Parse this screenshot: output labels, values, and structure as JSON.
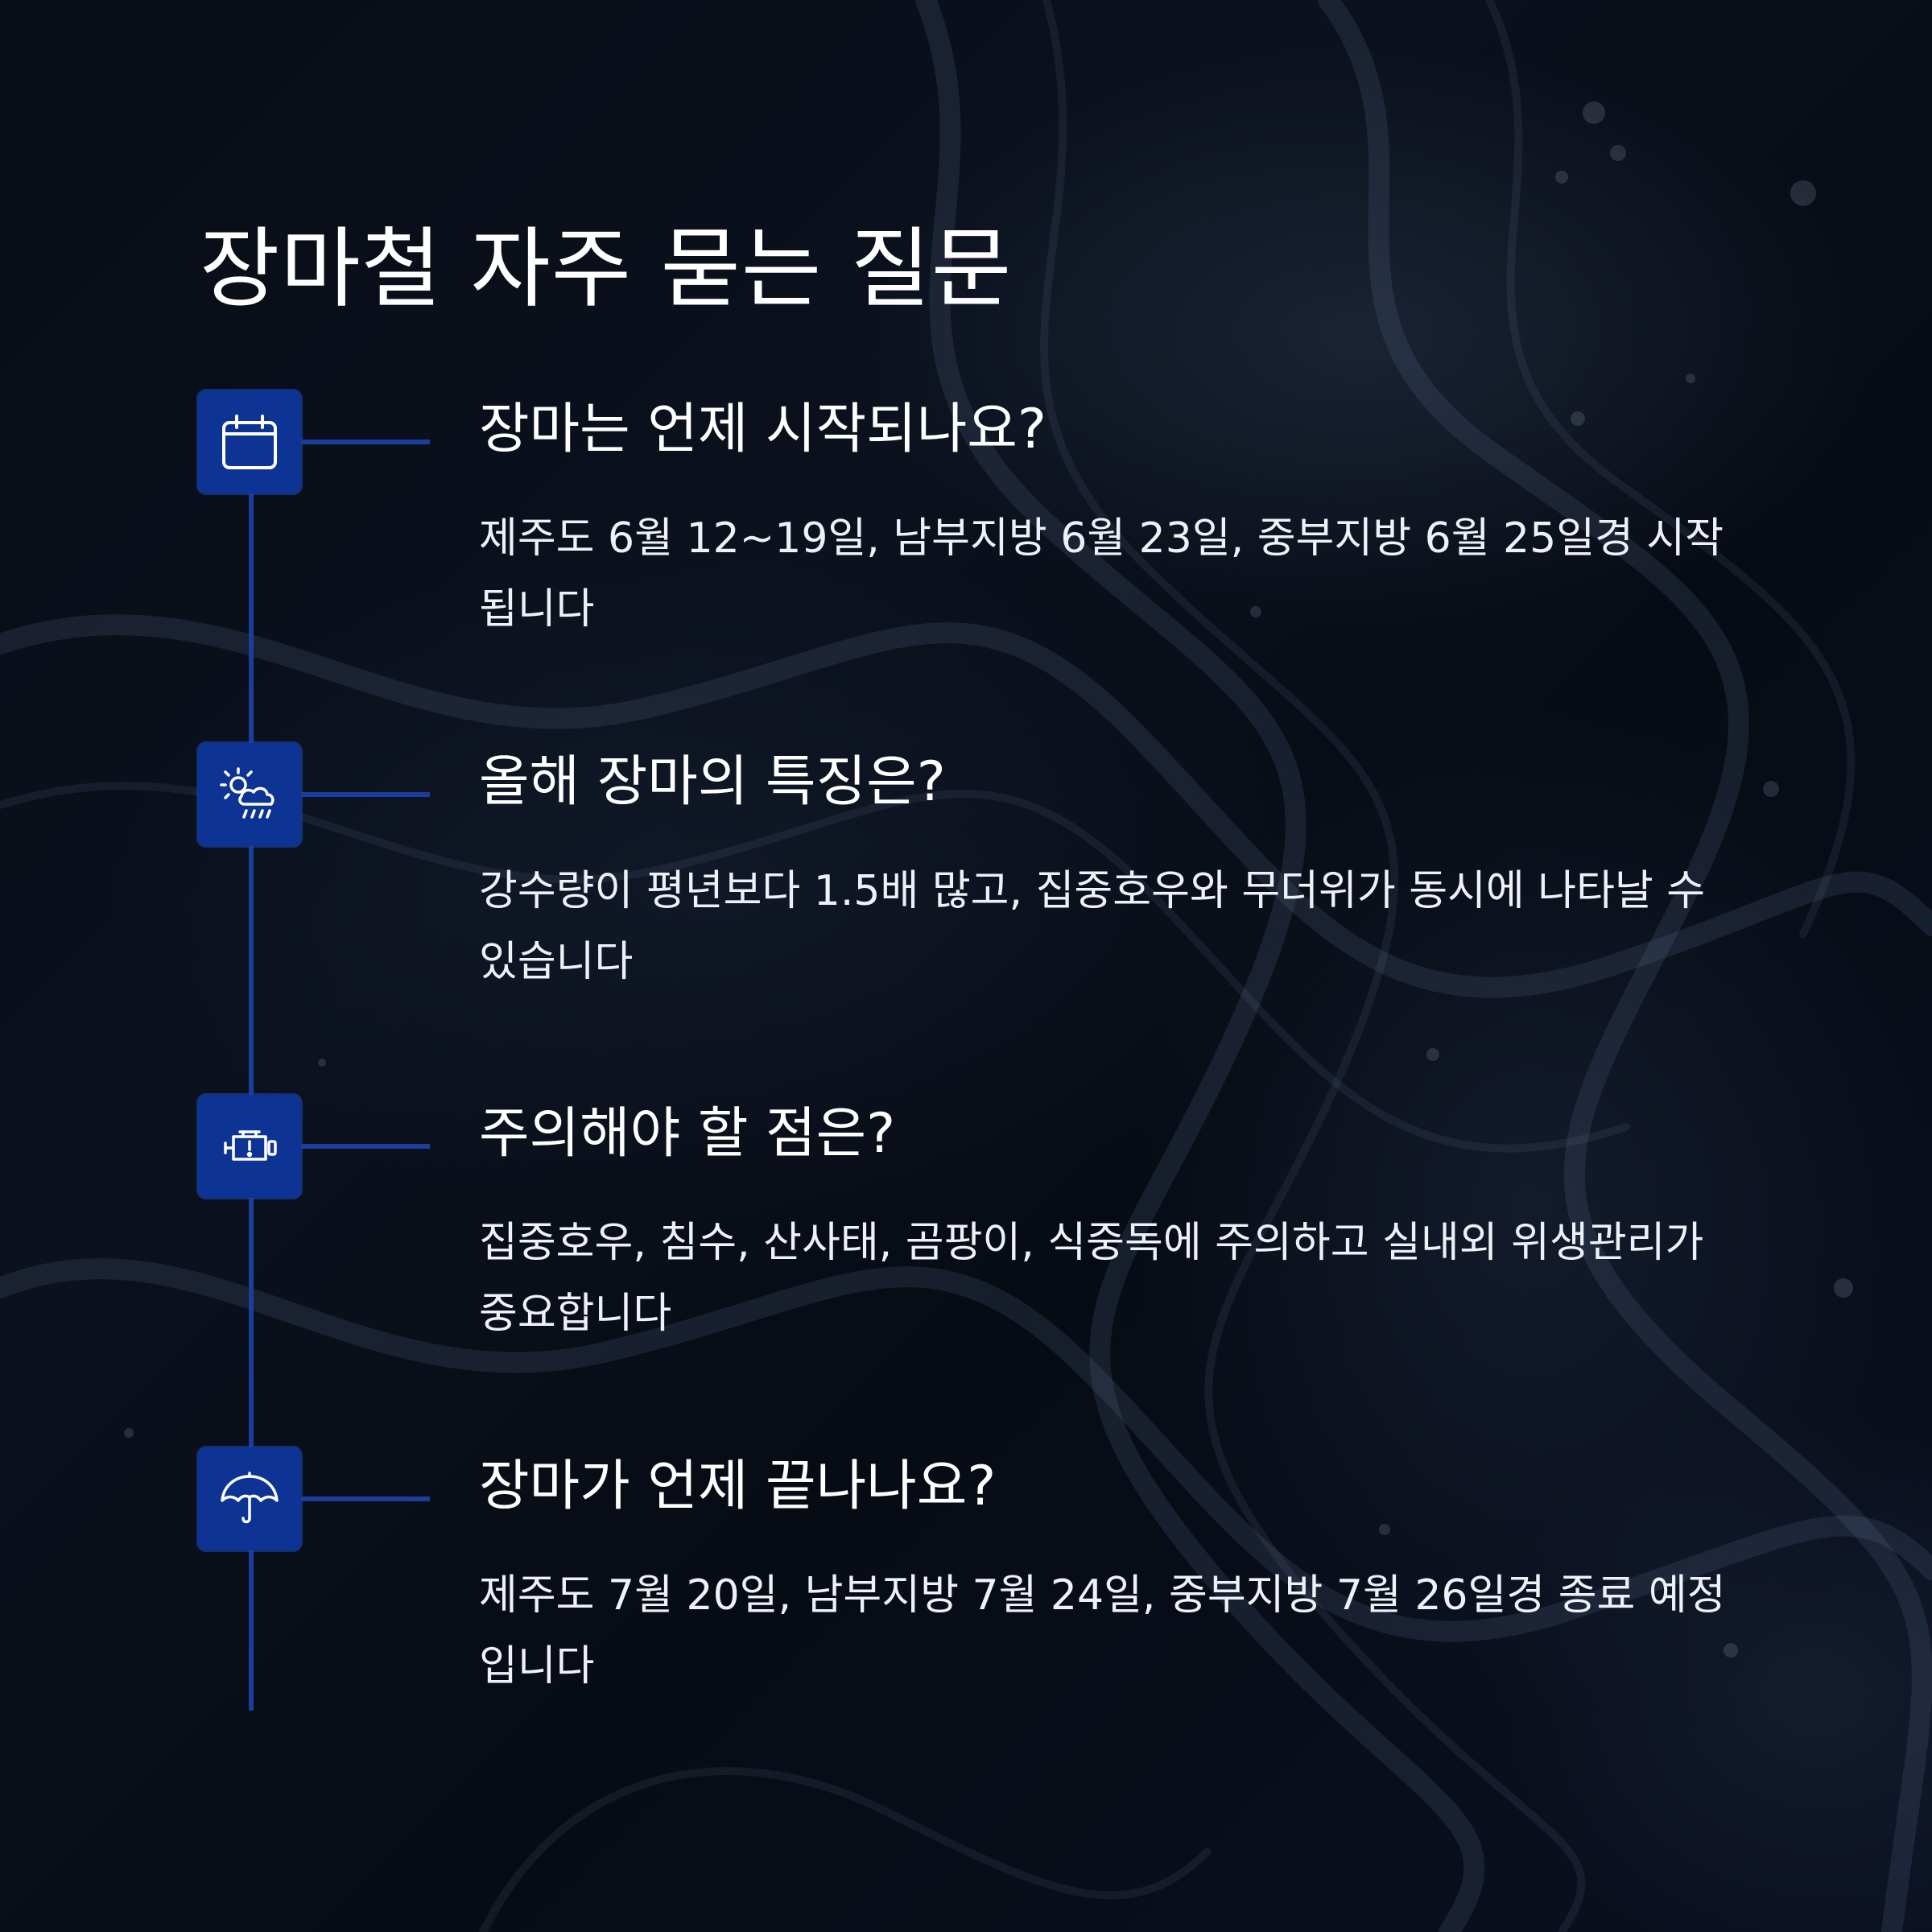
{
  "title": "장마철 자주 묻는 질문",
  "colors": {
    "accent": "#0d3495",
    "line": "#1b3e9c",
    "text": "#ffffff",
    "background": "#05080f"
  },
  "faq": [
    {
      "icon": "calendar-icon",
      "question": "장마는 언제 시작되나요?",
      "answer": "제주도 6월 12~19일, 남부지방 6월 23일, 중부지방 6월 25일경 시작됩니다"
    },
    {
      "icon": "sun-cloud-rain-icon",
      "question": "올해 장마의 특징은?",
      "answer": "강수량이 평년보다 1.5배 많고, 집중호우와 무더위가 동시에 나타날 수 있습니다"
    },
    {
      "icon": "engine-warning-icon",
      "question": "주의해야 할 점은?",
      "answer": "집중호우, 침수, 산사태, 곰팡이, 식중독에 주의하고 실내외 위생관리가 중요합니다"
    },
    {
      "icon": "umbrella-icon",
      "question": "장마가 언제 끝나나요?",
      "answer": "제주도 7월 20일, 남부지방 7월 24일, 중부지방 7월 26일경 종료 예정입니다"
    }
  ]
}
